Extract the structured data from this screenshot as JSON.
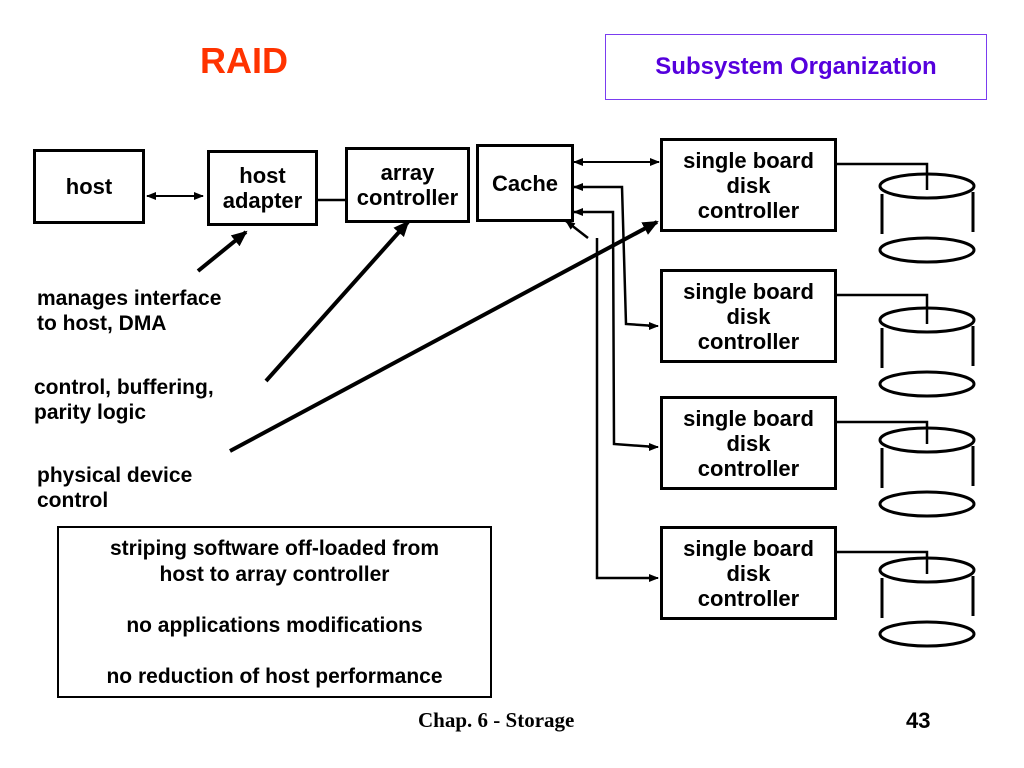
{
  "slide": {
    "title": "RAID",
    "subtitle": "Subsystem Organization",
    "page_number": "43",
    "footer": "Chap. 6 - Storage"
  },
  "diagram": {
    "nodes": {
      "host": "host",
      "host_adapter": [
        "host",
        "adapter"
      ],
      "array_controller": [
        "array",
        "controller"
      ],
      "cache": "Cache",
      "disk_controllers": [
        [
          "single board",
          "disk",
          "controller"
        ],
        [
          "single board",
          "disk",
          "controller"
        ],
        [
          "single board",
          "disk",
          "controller"
        ],
        [
          "single board",
          "disk",
          "controller"
        ]
      ],
      "disk_icon": "disk-cylinder-icon"
    },
    "annotations": [
      [
        "manages interface",
        "to host, DMA"
      ],
      [
        "control, buffering,",
        "parity logic"
      ],
      [
        "physical device",
        "control"
      ]
    ],
    "notes": [
      [
        "striping software off-loaded from",
        "host to array controller"
      ],
      [
        "no applications modifications"
      ],
      [
        "no reduction of host performance"
      ]
    ]
  }
}
